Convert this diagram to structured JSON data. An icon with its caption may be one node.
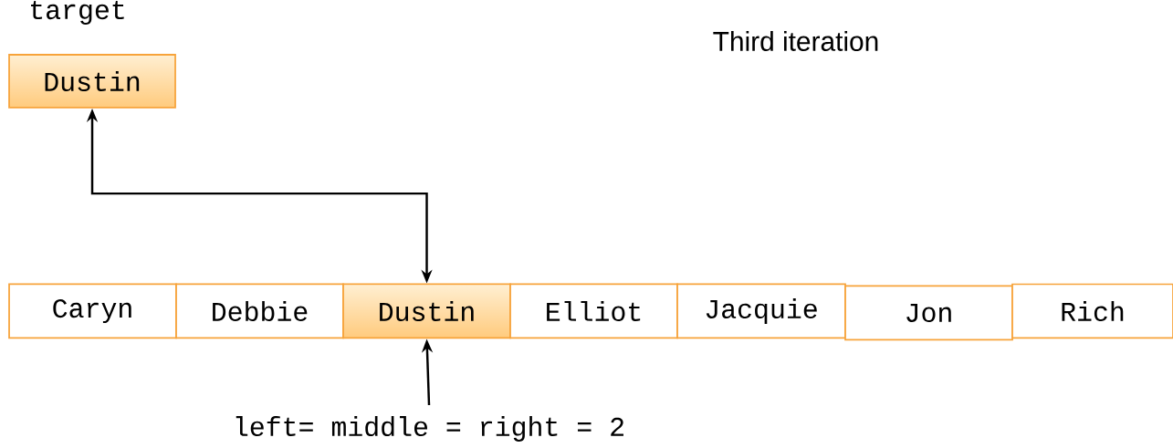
{
  "diagram": {
    "title": "Third iteration",
    "nodes": [
      {
        "text": [
          "Dustin"
        ],
        "beside": [
          "target"
        ]
      },
      {
        "text": [
          "Caryn"
        ]
      },
      {
        "text": [
          "Debbie"
        ]
      },
      {
        "text": [
          "Dustin"
        ]
      },
      {
        "text": [
          "Elliot"
        ]
      },
      {
        "text": [
          "Jacquie"
        ]
      },
      {
        "text": [
          "Jon"
        ]
      },
      {
        "text": [
          "Rich"
        ]
      },
      {
        "text": [
          "left= middle = right = 2"
        ]
      }
    ],
    "edges": [
      {
        "from": 3,
        "to": 0,
        "arrow": "both"
      },
      {
        "from": 8,
        "to": 3,
        "arrow": "to"
      }
    ]
  }
}
